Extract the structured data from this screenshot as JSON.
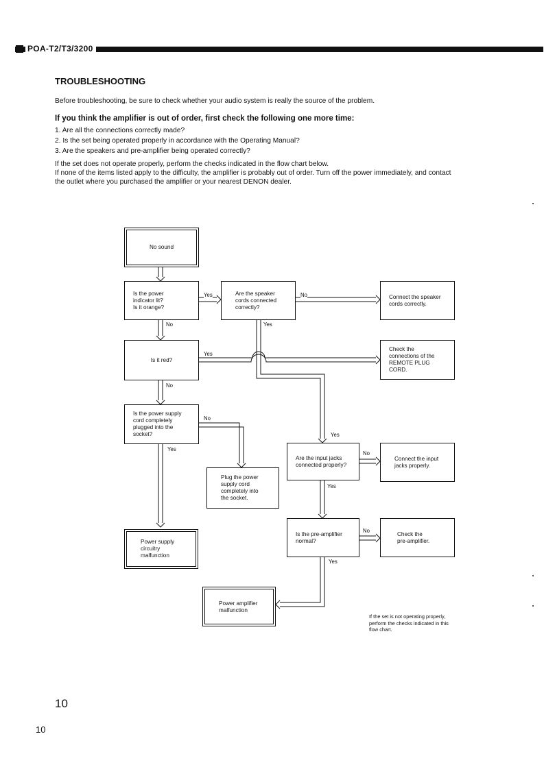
{
  "header": {
    "model": "POA-T2/T3/3200"
  },
  "title": "TROUBLESHOOTING",
  "intro": "Before troubleshooting, be sure to check whether your audio system is really the source of the problem.",
  "check_heading": "If you think the amplifier is out of order, first check the following one more time:",
  "checks": [
    "1.  Are all the connections correctly made?",
    "2.  Is the set being operated properly in accordance with the Operating Manual?",
    "3.  Are the speakers and pre-amplifier being operated correctly?"
  ],
  "paragraph": [
    "If the set does not operate properly, perform the checks indicated in the flow chart below.",
    "If none of the items listed apply to the difficulty, the amplifier is probably out of order. Turn off the power immediately, and contact",
    "the outlet where you purchased the amplifier or your nearest DENON dealer."
  ],
  "flow": {
    "no_sound": "No sound",
    "power_indicator": [
      "Is the power",
      "indicator lit?",
      "Is it orange?"
    ],
    "speaker_cords": [
      "Are the speaker",
      "cords connected",
      "correctly?"
    ],
    "connect_speaker": [
      "Connect the speaker",
      "cords correctly."
    ],
    "is_red": "Is it red?",
    "check_remote": [
      "Check the",
      "connections of the",
      "REMOTE PLUG",
      "CORD."
    ],
    "power_supply_cord": [
      "Is the power supply",
      "cord completely",
      "plugged into the",
      "socket?"
    ],
    "plug_cord": [
      "Plug the power",
      "supply cord",
      "completely into",
      "the socket."
    ],
    "input_jacks": [
      "Are the input jacks",
      "connected properly?"
    ],
    "connect_input": [
      "Connect the input",
      "jacks properly."
    ],
    "pre_amp": [
      "Is the pre-amplifier",
      "normal?"
    ],
    "check_pre_amp": [
      "Check the",
      "pre-amplifier."
    ],
    "psu_malfunction": [
      "Power supply",
      "circuitry",
      "malfunction"
    ],
    "power_amp_malfunction": [
      "Power amplifier",
      "malfunction"
    ],
    "yes": "Yes",
    "no": "No"
  },
  "footnote": [
    "If the set is not operating properly,",
    "perform the checks indicated in this",
    "flow chart."
  ],
  "page_number": "10"
}
